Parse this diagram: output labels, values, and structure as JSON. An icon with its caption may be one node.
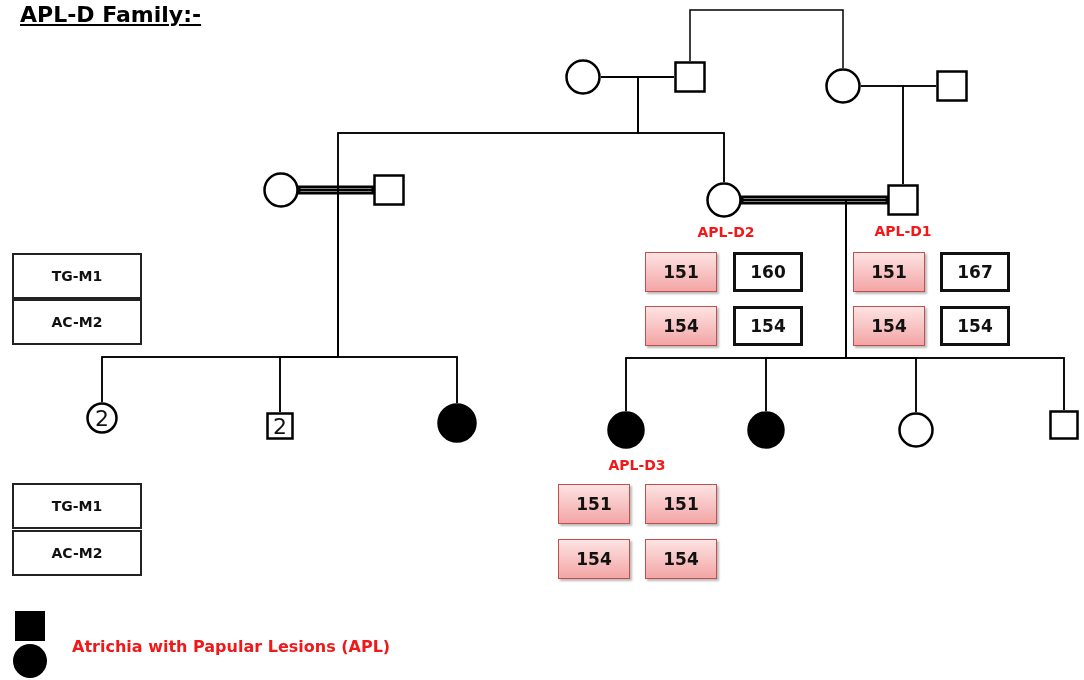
{
  "diagram": {
    "title": "APL-D Family:-",
    "nodes": [
      {
        "text": [],
        "shape": "circle"
      },
      {
        "text": [],
        "shape": "square"
      },
      {
        "text": [],
        "shape": "circle"
      },
      {
        "text": [],
        "shape": "square"
      },
      {
        "text": [],
        "shape": "circle"
      },
      {
        "text": [],
        "shape": "square"
      },
      {
        "text": [],
        "shape": "circle",
        "beside": [
          "APL-D2"
        ]
      },
      {
        "text": [],
        "shape": "square",
        "beside": [
          "APL-D1"
        ]
      },
      {
        "text": [
          "TG-M1"
        ]
      },
      {
        "text": [
          "151"
        ]
      },
      {
        "text": [
          "160"
        ]
      },
      {
        "text": [
          "151"
        ]
      },
      {
        "text": [
          "167"
        ]
      },
      {
        "text": [
          "AC-M2"
        ]
      },
      {
        "text": [
          "154"
        ]
      },
      {
        "text": [
          "154"
        ]
      },
      {
        "text": [
          "154"
        ]
      },
      {
        "text": [
          "154"
        ]
      },
      {
        "text": [
          "2"
        ]
      },
      {
        "text": [
          "2"
        ]
      },
      {
        "text": [],
        "shape": "circle"
      },
      {
        "text": [],
        "shape": "circle",
        "beside": [
          "APL-D3"
        ]
      },
      {
        "text": [],
        "shape": "circle"
      },
      {
        "text": [],
        "shape": "circle"
      },
      {
        "text": [],
        "shape": "square"
      },
      {
        "text": [
          "TG-M1"
        ]
      },
      {
        "text": [
          "151"
        ]
      },
      {
        "text": [
          "151"
        ]
      },
      {
        "text": [
          "AC-M2"
        ]
      },
      {
        "text": [
          "154"
        ]
      },
      {
        "text": [
          "154"
        ]
      }
    ],
    "edges": [
      {
        "from": 0,
        "to": 1,
        "arrow": "none"
      },
      {
        "from": 1,
        "to": 2,
        "arrow": "none"
      },
      {
        "from": 2,
        "to": 3,
        "arrow": "none"
      },
      {
        "from": 0,
        "to": 5,
        "arrow": "none"
      },
      {
        "from": 1,
        "to": 5,
        "arrow": "none"
      },
      {
        "from": 0,
        "to": 6,
        "arrow": "none"
      },
      {
        "from": 1,
        "to": 6,
        "arrow": "none"
      },
      {
        "from": 4,
        "to": 5,
        "arrow": "none",
        "style": "thick"
      },
      {
        "from": 2,
        "to": 7,
        "arrow": "none"
      },
      {
        "from": 3,
        "to": 7,
        "arrow": "none"
      },
      {
        "from": 6,
        "to": 7,
        "arrow": "none",
        "style": "thick"
      },
      {
        "from": 4,
        "to": 18,
        "arrow": "none"
      },
      {
        "from": 5,
        "to": 18,
        "arrow": "none"
      },
      {
        "from": 4,
        "to": 19,
        "arrow": "none"
      },
      {
        "from": 5,
        "to": 19,
        "arrow": "none"
      },
      {
        "from": 4,
        "to": 20,
        "arrow": "none"
      },
      {
        "from": 5,
        "to": 20,
        "arrow": "none"
      },
      {
        "from": 6,
        "to": 21,
        "arrow": "none"
      },
      {
        "from": 7,
        "to": 21,
        "arrow": "none"
      },
      {
        "from": 6,
        "to": 22,
        "arrow": "none"
      },
      {
        "from": 7,
        "to": 22,
        "arrow": "none"
      },
      {
        "from": 6,
        "to": 23,
        "arrow": "none"
      },
      {
        "from": 7,
        "to": 23,
        "arrow": "none"
      },
      {
        "from": 6,
        "to": 24,
        "arrow": "none"
      },
      {
        "from": 7,
        "to": 24,
        "arrow": "none"
      }
    ],
    "legend": [
      {
        "text": "Atrichia with Papular Lesions (APL)"
      }
    ]
  }
}
